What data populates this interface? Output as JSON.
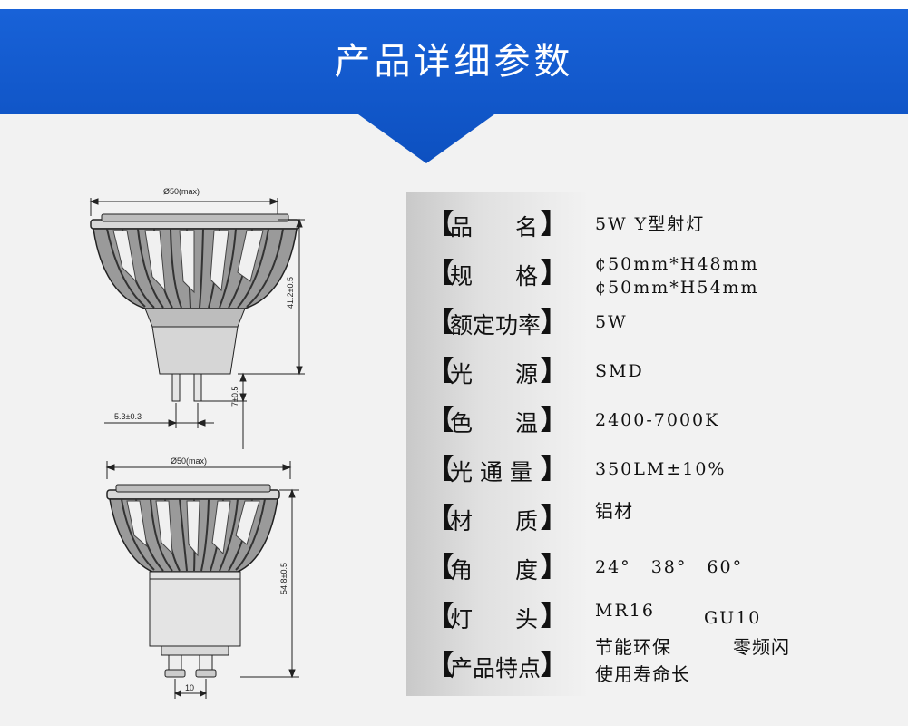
{
  "header": {
    "title": "产品详细参数"
  },
  "drawing": {
    "top_diameter": "Ø50(max)",
    "top_height": "41.2±0.5",
    "pin_length": "7±0.5",
    "pin_spacing": "5.3±0.3",
    "bottom_diameter": "Ø50(max)",
    "bottom_height": "54.8±0.5",
    "bottom_pin_spacing": "10"
  },
  "specs": [
    {
      "label_a": "品",
      "label_b": "名",
      "value": "5W Y型射灯"
    },
    {
      "label_a": "规",
      "label_b": "格",
      "value": "¢50mm*H48mm",
      "value2": "¢50mm*H54mm"
    },
    {
      "label": "额定功率",
      "value": "5W"
    },
    {
      "label_a": "光",
      "label_b": "源",
      "value": "SMD"
    },
    {
      "label_a": "色",
      "label_b": "温",
      "value": "2400-7000K"
    },
    {
      "label": "光 通 量",
      "value": "350LM±10%"
    },
    {
      "label_a": "材",
      "label_b": "质",
      "value": "铝材"
    },
    {
      "label_a": "角",
      "label_b": "度",
      "value": "24°  38°  60°"
    },
    {
      "label_a": "灯",
      "label_b": "头",
      "value": "MR16",
      "value2": "GU10"
    },
    {
      "label": "产品特点",
      "value": "节能环保",
      "value2": "零频闪",
      "value3": "使用寿命长"
    }
  ],
  "colors": {
    "header_blue": "#1058c8",
    "header_blue_light": "#2a84f0",
    "text": "#111111"
  }
}
